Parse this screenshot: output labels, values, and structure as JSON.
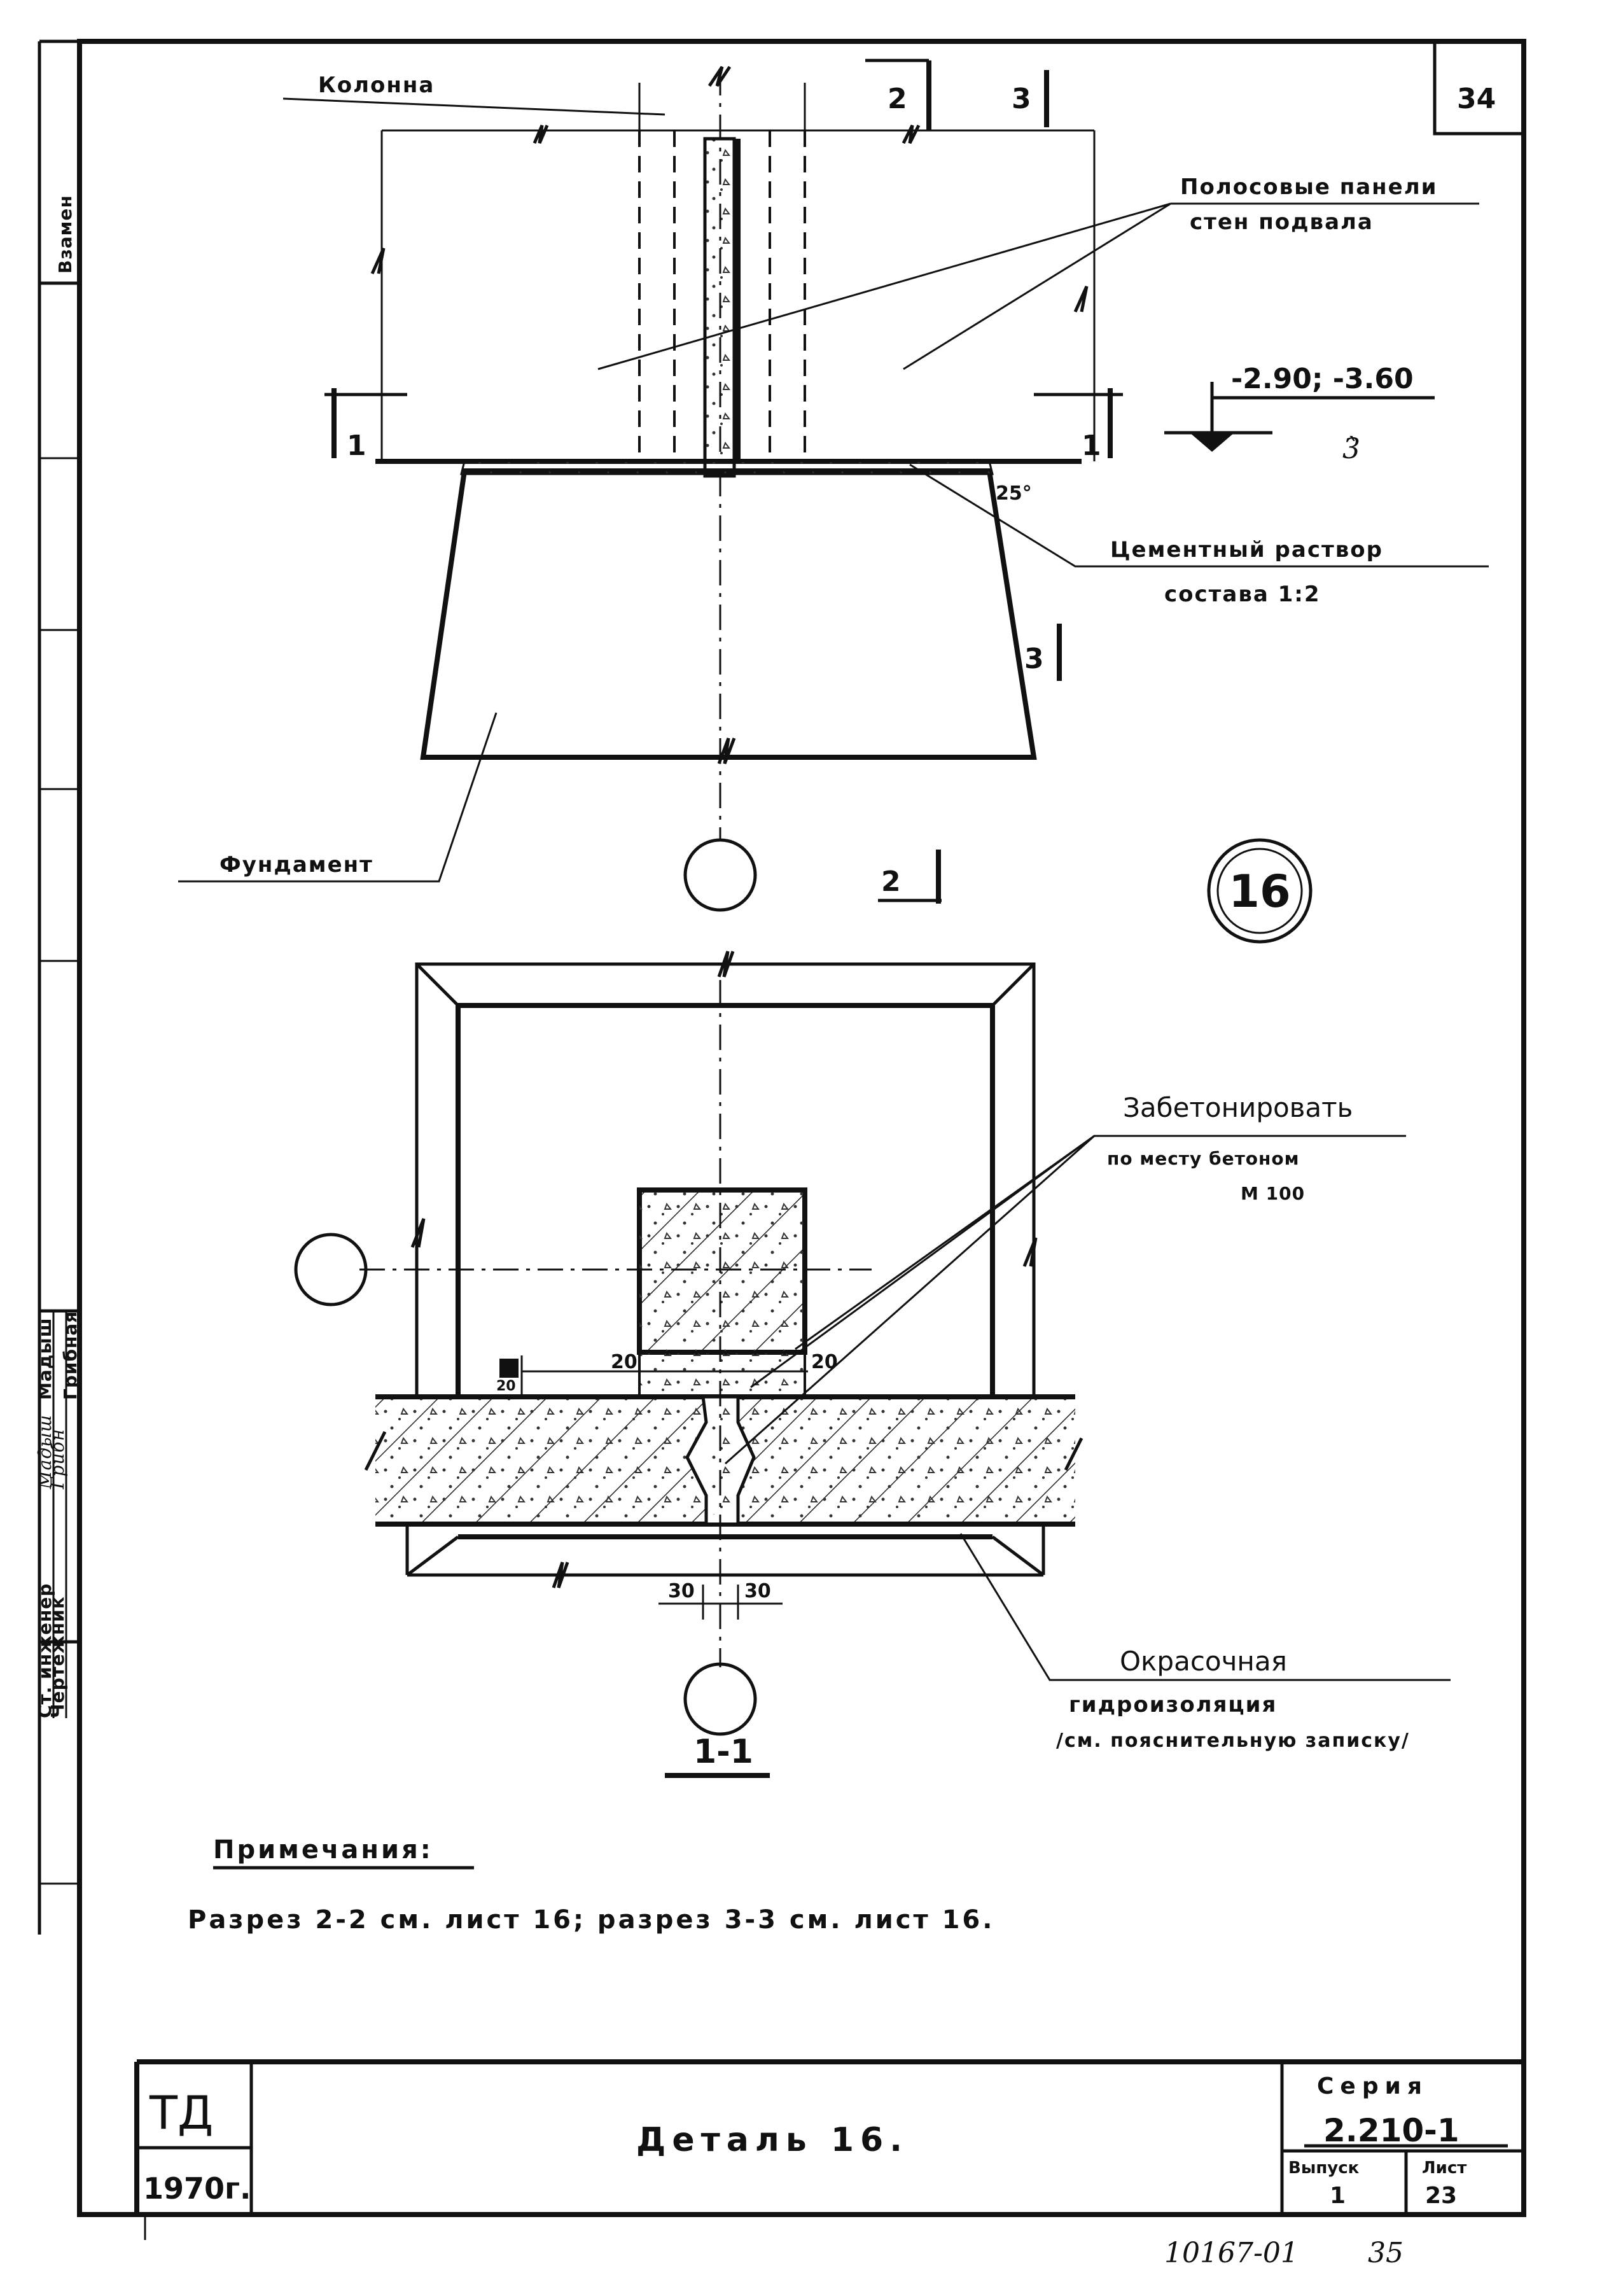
{
  "sheet": {
    "page_number": "34",
    "detail_number": "16",
    "footer_handwritten": "10167-01",
    "footer_handwritten_page": "35"
  },
  "labels": {
    "column": "Колонна",
    "strip_panels_line1": "Полосовые панели",
    "strip_panels_line2": "стен подвала",
    "level_mark": "-2.90; -3.60",
    "level_hand": "3̀",
    "cement_mortar_line1": "Цементный раствор",
    "cement_mortar_line2": "состава 1:2",
    "foundation": "Фундамент",
    "concrete_fill_line1": "Забетонировать",
    "concrete_fill_line2": "по месту бетоном",
    "concrete_fill_line3": "М 100",
    "paint_waterproof_line1": "Окрасочная",
    "paint_waterproof_line2": "гидроизоляция",
    "paint_waterproof_line3": "/см. пояснительную записку/",
    "angle_mark": "25°"
  },
  "section_marks": {
    "s1_left": "1",
    "s1_right": "1",
    "s2_top": "2",
    "s2_bottom": "2",
    "s3_top": "3",
    "s3_right": "3",
    "section_title": "1-1"
  },
  "dimensions": {
    "d20_left": "20",
    "d20_mid": "20",
    "d20_right": "20",
    "d30_left": "30",
    "d30_right": "30"
  },
  "notes": {
    "heading": "Примечания:",
    "text": "Разрез 2-2 см. лист 16; разрез 3-3 см. лист 16."
  },
  "side_stamp": {
    "vzamen": "Взамен",
    "role1": "Ст. инженер",
    "role2": "Чертежник",
    "name1": "Мадыш",
    "name2": "Грибная",
    "sign1": "Мадыш",
    "sign2": "Грибн"
  },
  "title_block": {
    "org": "ТД",
    "year": "1970г.",
    "title": "Деталь 16.",
    "series_label": "Серия",
    "series_value": "2.210-1",
    "issue_label": "Выпуск",
    "issue_value": "1",
    "sheet_label": "Лист",
    "sheet_value": "23"
  }
}
